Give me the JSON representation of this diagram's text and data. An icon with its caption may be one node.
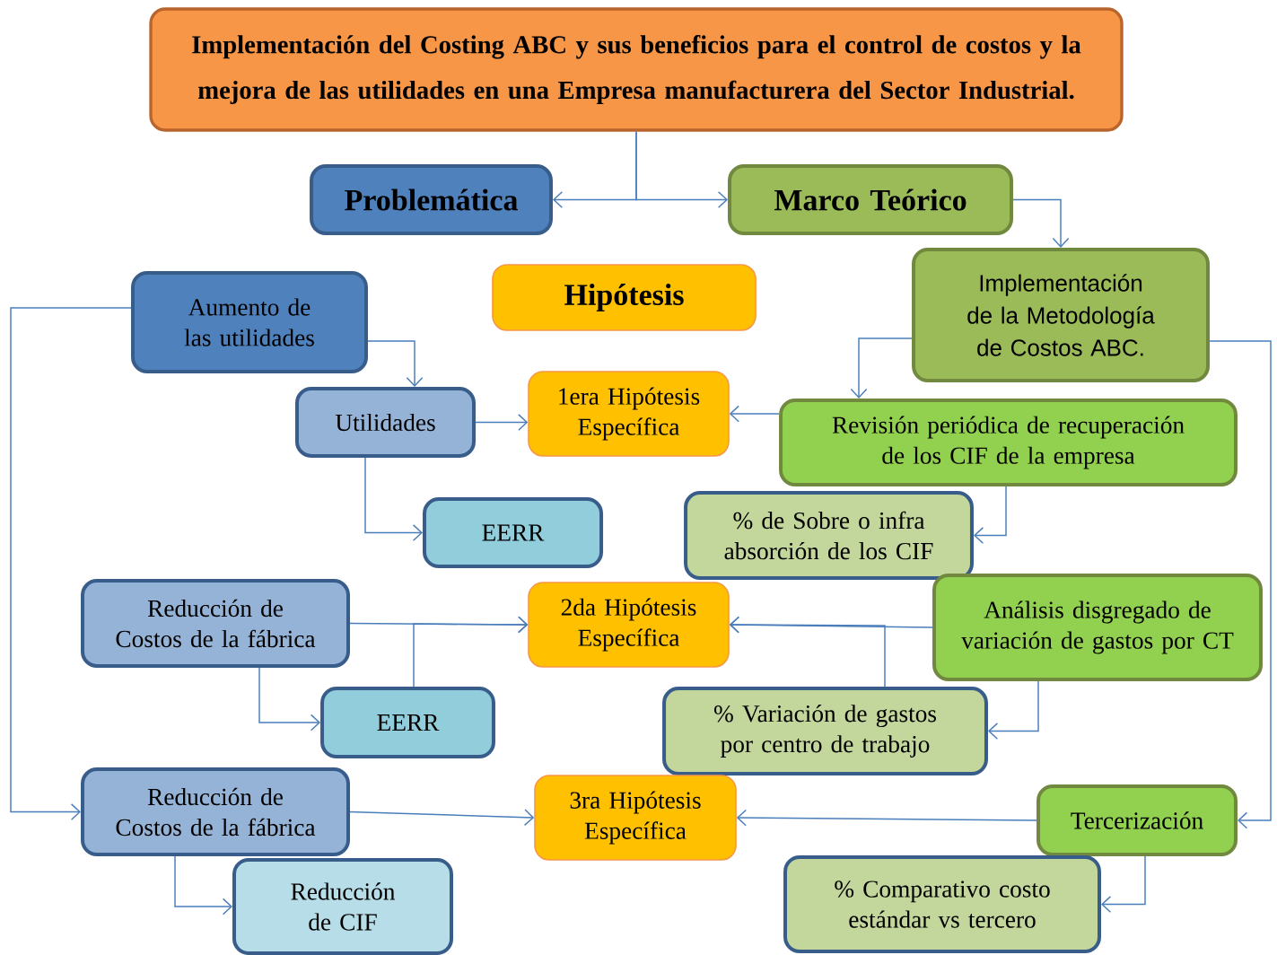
{
  "diagram": {
    "nodes": [
      {
        "text": [
          "Implementación del Costing ABC y sus beneficios para el control de costos y la mejora de las utilidades en una Empresa manufacturera del Sector Industrial."
        ]
      },
      {
        "text": [
          "Problemática"
        ]
      },
      {
        "text": [
          "Marco Teórico"
        ]
      },
      {
        "text": [
          "Aumento de las utilidades"
        ]
      },
      {
        "text": [
          "Hipótesis"
        ]
      },
      {
        "text": [
          "Implementación de la Metodología de Costos ABC."
        ]
      },
      {
        "text": [
          "Utilidades"
        ]
      },
      {
        "text": [
          "1era Hipótesis Específica"
        ]
      },
      {
        "text": [
          "Revisión periódica de recuperación de los CIF de la empresa"
        ]
      },
      {
        "text": [
          "EERR"
        ]
      },
      {
        "text": [
          "% de Sobre o infra absorción de los CIF"
        ]
      },
      {
        "text": [
          "Reducción de Costos de la fábrica"
        ]
      },
      {
        "text": [
          "2da Hipótesis Específica"
        ]
      },
      {
        "text": [
          "Análisis disgregado de variación de gastos por CT"
        ]
      },
      {
        "text": [
          "EERR"
        ]
      },
      {
        "text": [
          "% Variación de gastos por centro de trabajo"
        ]
      },
      {
        "text": [
          "Reducción de Costos de la fábrica"
        ]
      },
      {
        "text": [
          "3ra Hipótesis Específica"
        ]
      },
      {
        "text": [
          "Tercerización"
        ]
      },
      {
        "text": [
          "% Comparativo costo estándar vs tercero"
        ]
      },
      {
        "text": [
          "Reducción de CIF"
        ]
      }
    ],
    "edges": [
      {
        "from": 0,
        "to": 1,
        "arrow": "to"
      },
      {
        "from": 0,
        "to": 2,
        "arrow": "to"
      },
      {
        "from": 2,
        "to": 5,
        "arrow": "to"
      },
      {
        "from": 3,
        "to": 6,
        "arrow": "to"
      },
      {
        "from": 3,
        "to": 16,
        "arrow": "to"
      },
      {
        "from": 6,
        "to": 7,
        "arrow": "to"
      },
      {
        "from": 6,
        "to": 9,
        "arrow": "to"
      },
      {
        "from": 5,
        "to": 8,
        "arrow": "to"
      },
      {
        "from": 8,
        "to": 7,
        "arrow": "to"
      },
      {
        "from": 8,
        "to": 10,
        "arrow": "to"
      },
      {
        "from": 5,
        "to": 18,
        "arrow": "to"
      },
      {
        "from": 11,
        "to": 12,
        "arrow": "to"
      },
      {
        "from": 11,
        "to": 14,
        "arrow": "to"
      },
      {
        "from": 14,
        "to": 12,
        "arrow": "to"
      },
      {
        "from": 13,
        "to": 12,
        "arrow": "to"
      },
      {
        "from": 15,
        "to": 12,
        "arrow": "to"
      },
      {
        "from": 13,
        "to": 15,
        "arrow": "to"
      },
      {
        "from": 16,
        "to": 17,
        "arrow": "to"
      },
      {
        "from": 16,
        "to": 20,
        "arrow": "to"
      },
      {
        "from": 18,
        "to": 17,
        "arrow": "to"
      },
      {
        "from": 18,
        "to": 19,
        "arrow": "to"
      }
    ]
  }
}
